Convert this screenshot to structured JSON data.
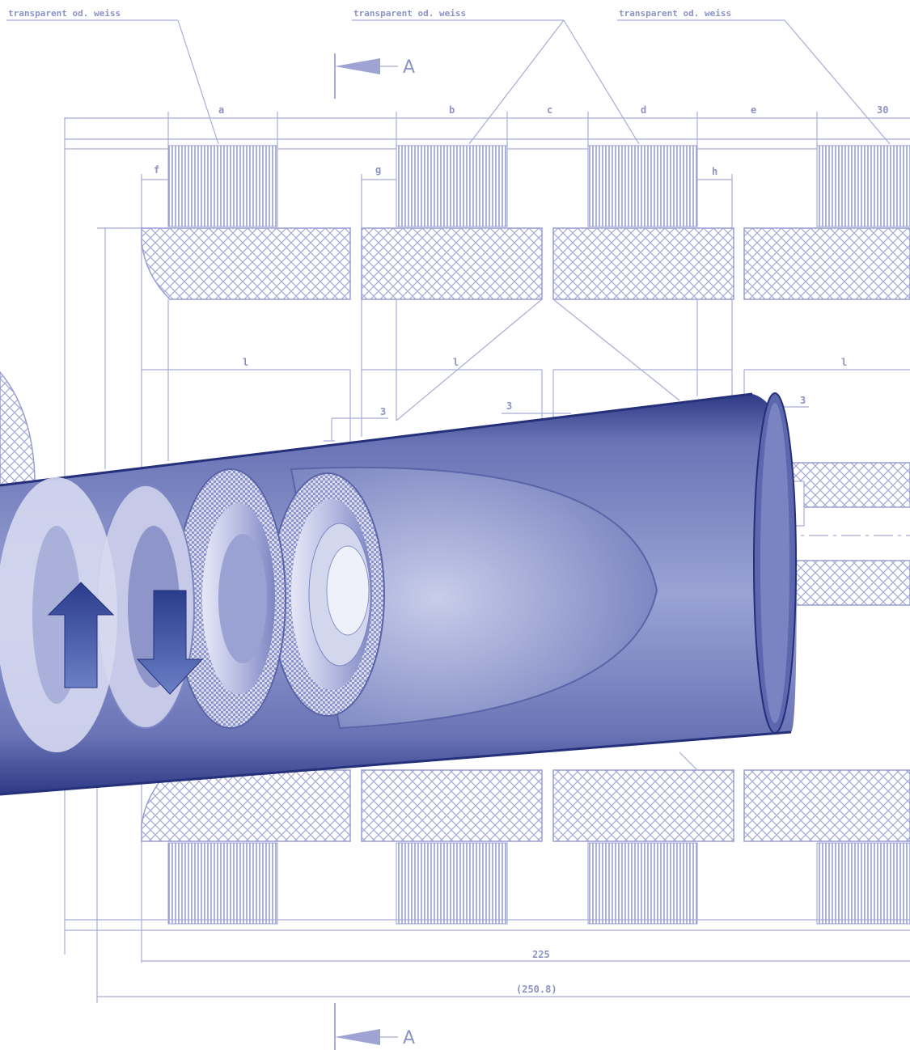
{
  "notes": [
    "transparent od. weiss",
    "transparent od. weiss",
    "transparent od. weiss"
  ],
  "section": {
    "top": "A",
    "bottom": "A"
  },
  "dims": {
    "a": "a",
    "b": "b",
    "c": "c",
    "d": "d",
    "e": "e",
    "n30": "30",
    "f": "f",
    "g": "g",
    "h": "h",
    "l1": "l",
    "l2": "l",
    "l3": "l",
    "gap1": "3",
    "gap2": "3",
    "gap3": "3",
    "total": "225",
    "overall": "(250.8)"
  },
  "colors": {
    "line": "#a9acd6",
    "text": "#8d92c4",
    "tube": "#5a64a8",
    "tube_dark": "#2e3a86"
  },
  "icons": [
    "rotation-arrows-icon"
  ]
}
